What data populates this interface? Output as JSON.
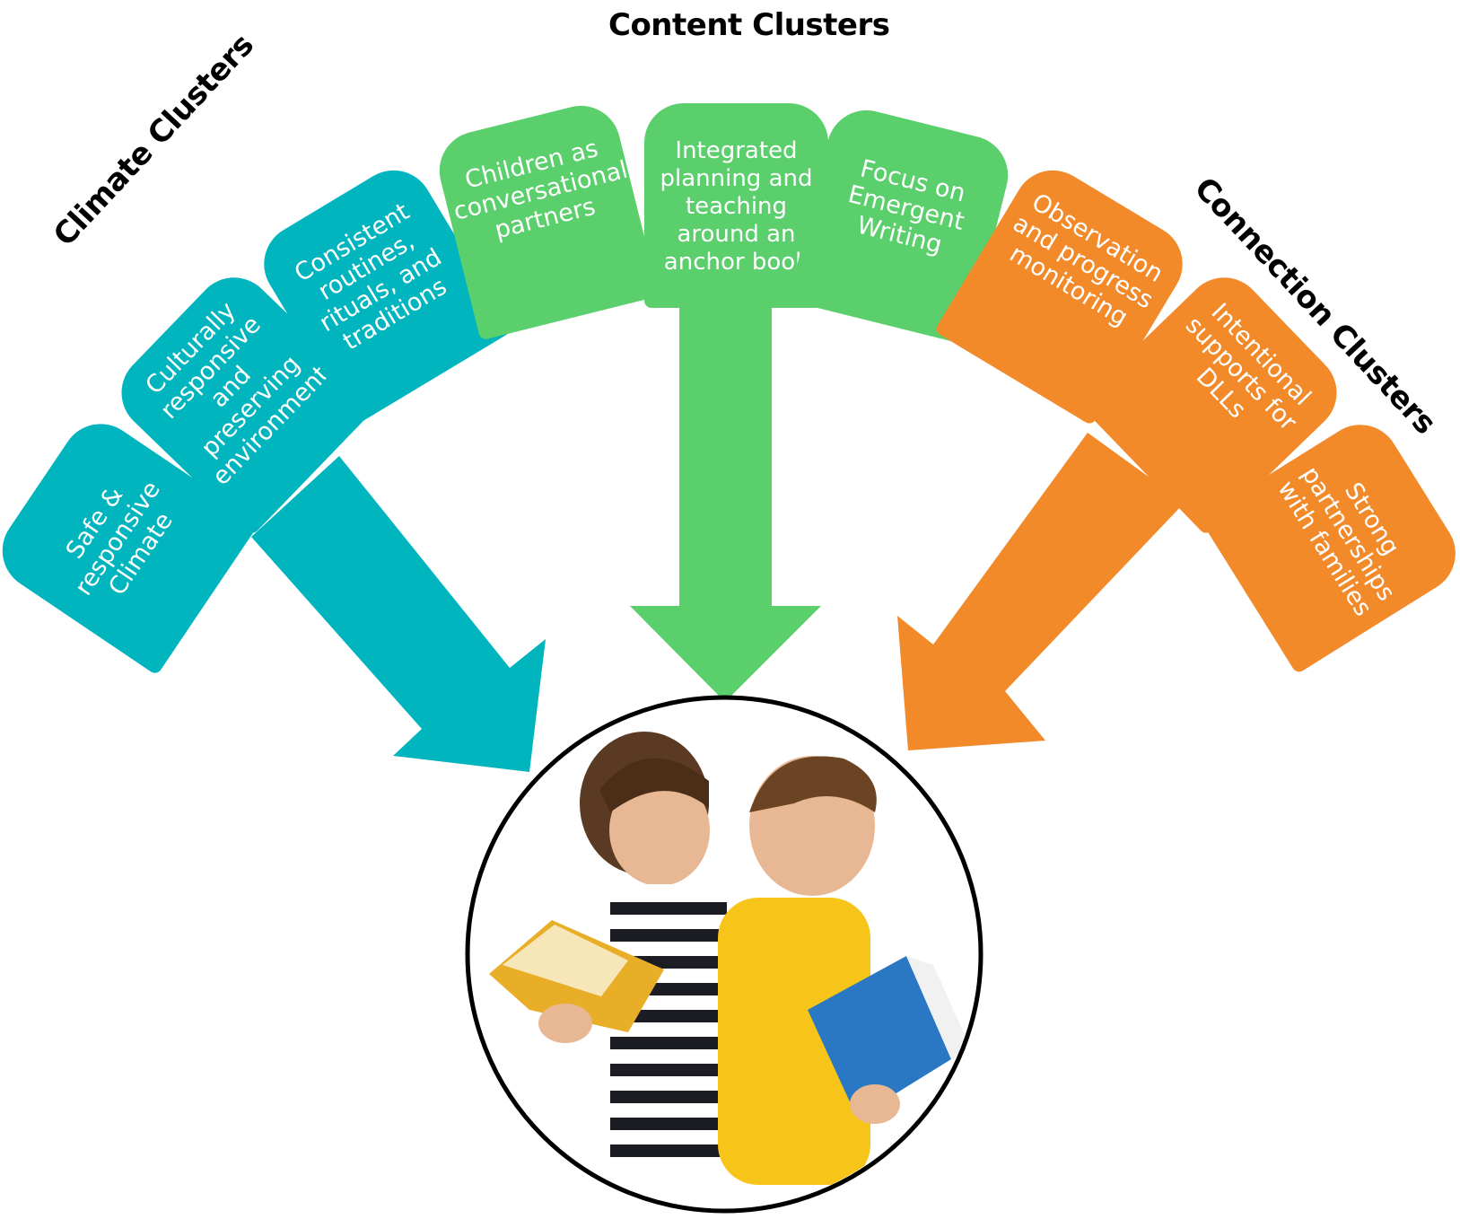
{
  "headings": {
    "content": "Content Clusters",
    "climate": "Climate Clusters",
    "connection": "Connection Clusters"
  },
  "colors": {
    "climate": "#00B5BE",
    "content": "#5ACF6C",
    "connection": "#F28A2A",
    "circle_stroke": "#000000"
  },
  "clusters": {
    "climate": [
      {
        "label": "Safe & responsive Climate"
      },
      {
        "label": "Culturally responsive and preserving environment"
      },
      {
        "label": "Consistent routines, rituals, and traditions"
      }
    ],
    "content": [
      {
        "label": "Children as conversational partners"
      },
      {
        "label": "Integrated planning and teaching around an anchor book"
      },
      {
        "label": "Focus on Emergent Writing"
      }
    ],
    "connection": [
      {
        "label": "Observation and progress monitoring"
      },
      {
        "label": "Intentional supports for DLLs"
      },
      {
        "label": "Strong partnerships with families"
      }
    ]
  },
  "center_image": {
    "icon": "children-reading-photo"
  }
}
